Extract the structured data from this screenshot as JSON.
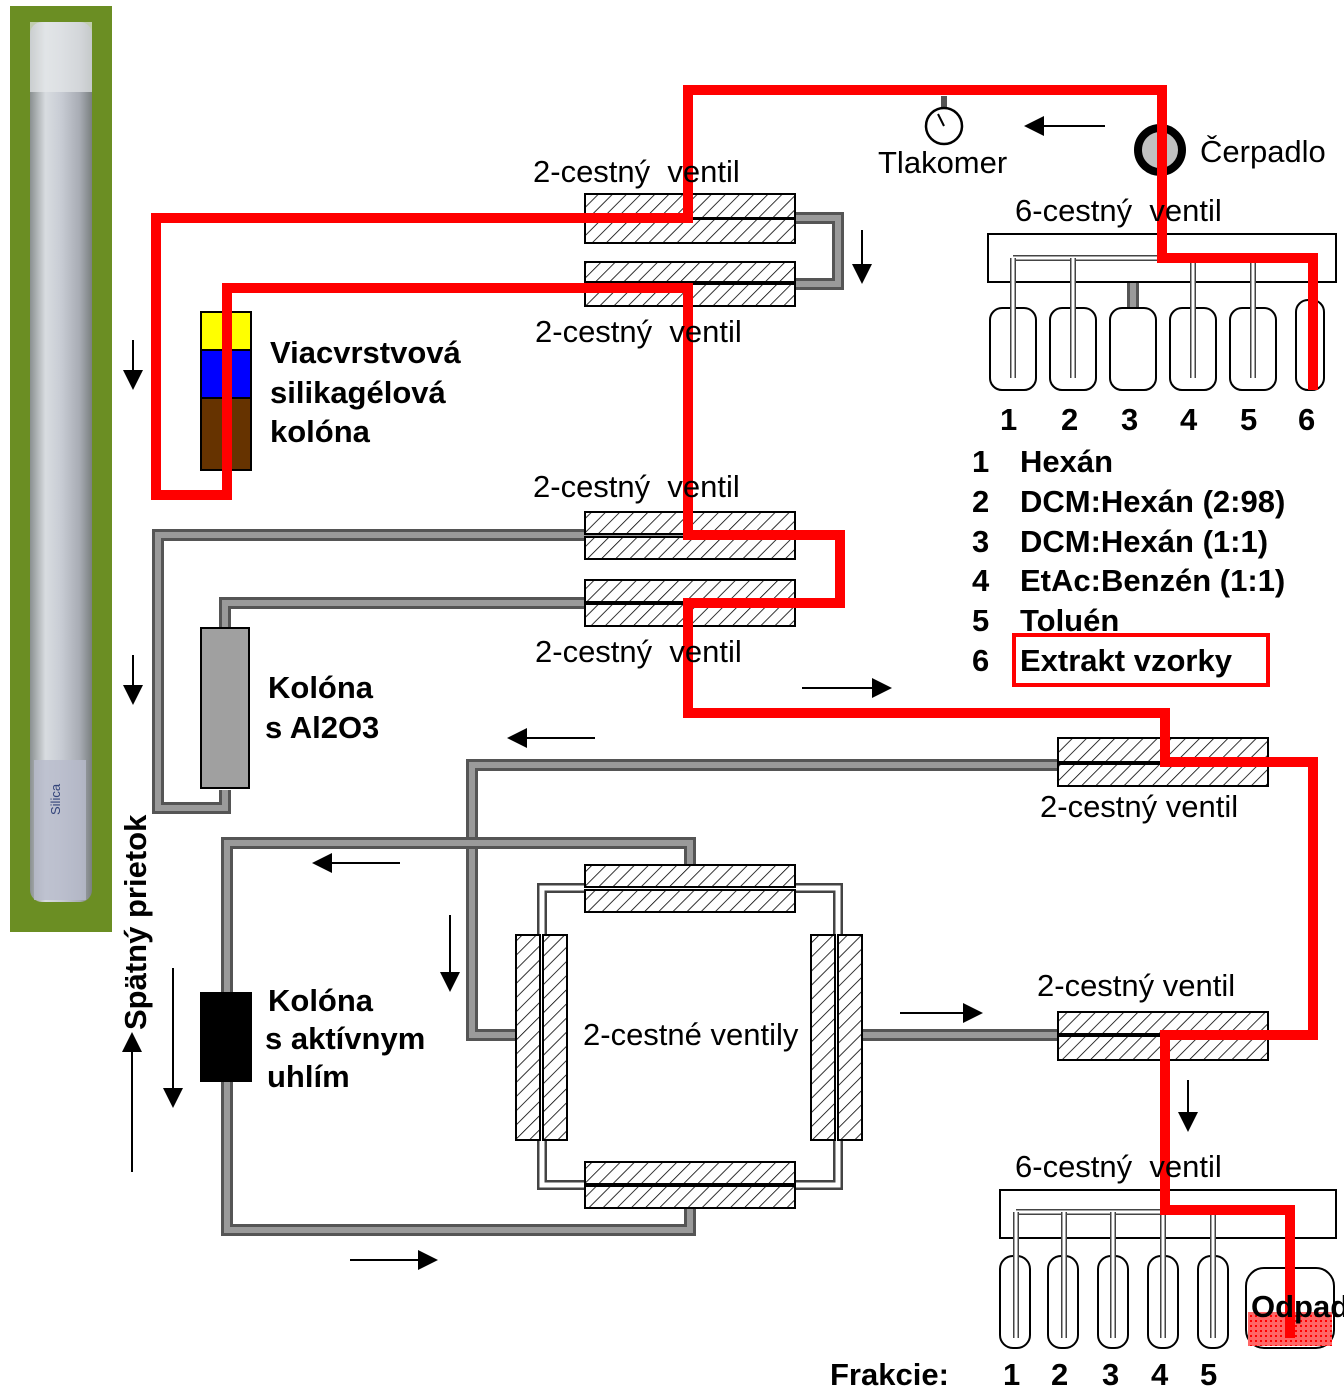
{
  "labels": {
    "valve_top1": "2-cestný  ventil",
    "valve_top2": "2-cestný  ventil",
    "valve_mid1": "2-cestný  ventil",
    "valve_mid2": "2-cestný  ventil",
    "valve_right1": "2-cestný ventil",
    "valve_right2": "2-cestný ventil",
    "valves_square": "2-cestné ventily",
    "six_way_top": "6-cestný  ventil",
    "six_way_bottom": "6-cestný  ventil",
    "pressure_gauge": "Tlakomer",
    "pump": "Čerpadlo",
    "backflow": "Spätný prietok",
    "fractions": "Frakcie:",
    "waste": "Odpad"
  },
  "columns": {
    "silica": [
      "Viacvrstvová",
      "silikagélová",
      "kolóna"
    ],
    "alumina": [
      "Kolóna",
      "s Al2O3"
    ],
    "carbon": [
      "Kolóna",
      "s aktívnym",
      "uhlím"
    ]
  },
  "reservoir_numbers": [
    "1",
    "2",
    "3",
    "4",
    "5",
    "6"
  ],
  "solvents": [
    {
      "num": "1",
      "name": "Hexán"
    },
    {
      "num": "2",
      "name": "DCM:Hexán (2:98)"
    },
    {
      "num": "3",
      "name": "DCM:Hexán (1:1)"
    },
    {
      "num": "4",
      "name": "EtAc:Benzén (1:1)"
    },
    {
      "num": "5",
      "name": "Toluén"
    },
    {
      "num": "6",
      "name": "Extrakt vzorky"
    }
  ],
  "fraction_numbers": [
    "1",
    "2",
    "3",
    "4",
    "5"
  ],
  "colors": {
    "flow_path": "#ff0000",
    "silica_top": "#ffff00",
    "silica_middle": "#0000ff",
    "silica_bottom": "#663300",
    "alumina": "#a0a0a0",
    "carbon": "#000000",
    "photo_bg": "#6b8e23"
  }
}
